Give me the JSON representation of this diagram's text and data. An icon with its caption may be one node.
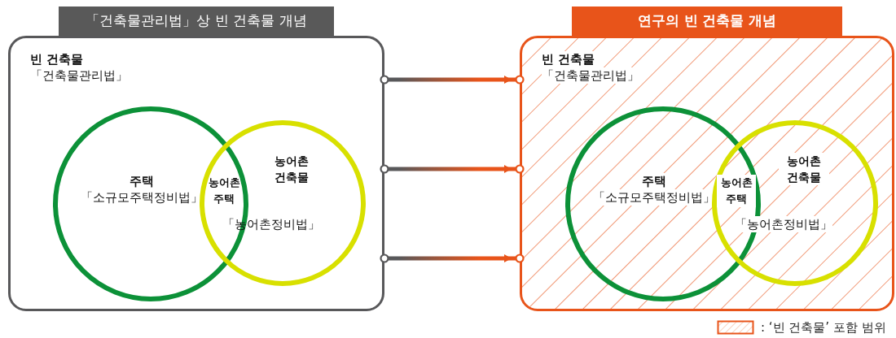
{
  "diagram": {
    "nodes": [
      {
        "text": [
          "「건축물관리법」상 빈 건축물 개념",
          "빈 건축물",
          "「건축물관리법」"
        ]
      },
      {
        "text": [
          "주택",
          "「소규모주택정비법」"
        ],
        "in": 0
      },
      {
        "text": [
          "농어촌 건축물",
          "「농어촌정비법」"
        ],
        "in": 0
      },
      {
        "text": [
          "농어촌 주택"
        ]
      },
      {
        "text": [
          "연구의 빈 건축물 개념",
          "빈 건축물",
          "「건축물관리법」"
        ]
      },
      {
        "text": [
          "주택",
          "「소규모주택정비법」"
        ],
        "in": 4
      },
      {
        "text": [
          "농어촌 건축물",
          "「농어촌정비법」"
        ],
        "in": 4
      },
      {
        "text": [
          "농어촌 주택"
        ]
      }
    ],
    "edges": [
      {
        "from": 0,
        "to": 4,
        "arrow": "to"
      },
      {
        "from": 0,
        "to": 4,
        "arrow": "to"
      },
      {
        "from": 0,
        "to": 4,
        "arrow": "to"
      }
    ],
    "legend": [
      {
        "text": ": ‘빈 건축물’ 포함 범위"
      }
    ]
  }
}
